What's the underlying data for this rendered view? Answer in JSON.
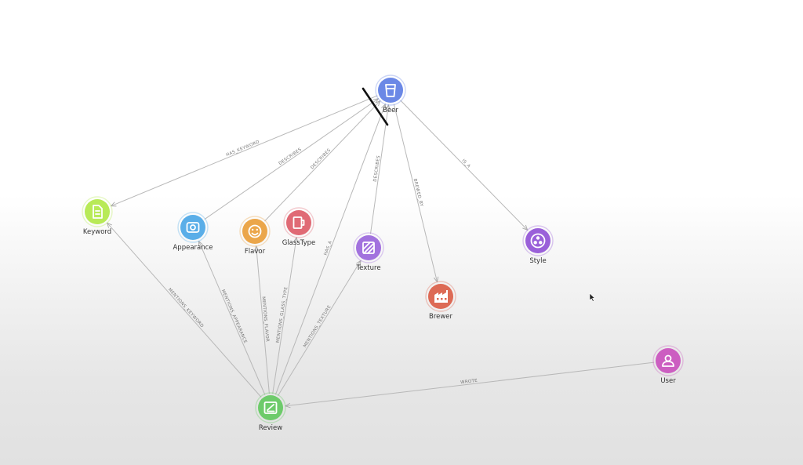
{
  "graph": {
    "nodes": [
      {
        "id": "beer",
        "label": "Beer",
        "color": "#6b88e6",
        "icon": "beer-glass-icon"
      },
      {
        "id": "keyword",
        "label": "Keyword",
        "color": "#b8ea57",
        "icon": "document-icon"
      },
      {
        "id": "appearance",
        "label": "Appearance",
        "color": "#5aaee8",
        "icon": "camera-icon"
      },
      {
        "id": "flavor",
        "label": "Flavor",
        "color": "#eba64a",
        "icon": "face-icon"
      },
      {
        "id": "glasstype",
        "label": "GlassType",
        "color": "#e06a75",
        "icon": "mug-icon"
      },
      {
        "id": "texture",
        "label": "Texture",
        "color": "#a272de",
        "icon": "hatched-square-icon"
      },
      {
        "id": "brewer",
        "label": "Brewer",
        "color": "#dd6a55",
        "icon": "factory-icon"
      },
      {
        "id": "style",
        "label": "Style",
        "color": "#9a60d9",
        "icon": "three-dots-icon"
      },
      {
        "id": "review",
        "label": "Review",
        "color": "#6dcb6a",
        "icon": "pencil-note-icon"
      },
      {
        "id": "user",
        "label": "User",
        "color": "#cc5ec1",
        "icon": "user-icon"
      }
    ],
    "edges": [
      {
        "id": "beer-keyword",
        "from": "beer",
        "to": "keyword",
        "label": "HAS_KEYWORD"
      },
      {
        "id": "appearance-beer",
        "from": "appearance",
        "to": "beer",
        "label": "DESCRIBES"
      },
      {
        "id": "flavor-beer",
        "from": "flavor",
        "to": "beer",
        "label": "DESCRIBES"
      },
      {
        "id": "texture-beer",
        "from": "texture",
        "to": "beer",
        "label": "DESCRIBES"
      },
      {
        "id": "beer-brewer",
        "from": "beer",
        "to": "brewer",
        "label": "BREWED_BY"
      },
      {
        "id": "beer-style",
        "from": "beer",
        "to": "style",
        "label": "IS_A"
      },
      {
        "id": "review-beer",
        "from": "review",
        "to": "beer",
        "label": "HAS_A"
      },
      {
        "id": "review-keyword",
        "from": "review",
        "to": "keyword",
        "label": "MENTIONS_KEYWORD"
      },
      {
        "id": "review-appearance",
        "from": "review",
        "to": "appearance",
        "label": "MENTIONS_APPEARANCE"
      },
      {
        "id": "review-flavor",
        "from": "review",
        "to": "flavor",
        "label": "MENTIONS_FLAVOR"
      },
      {
        "id": "review-glasstype",
        "from": "review",
        "to": "glasstype",
        "label": "MENTIONS_GLASS_TYPE"
      },
      {
        "id": "review-texture",
        "from": "review",
        "to": "texture",
        "label": "MENTIONS_TEXTURE"
      },
      {
        "id": "user-review",
        "from": "user",
        "to": "review",
        "label": "WROTE"
      }
    ]
  }
}
